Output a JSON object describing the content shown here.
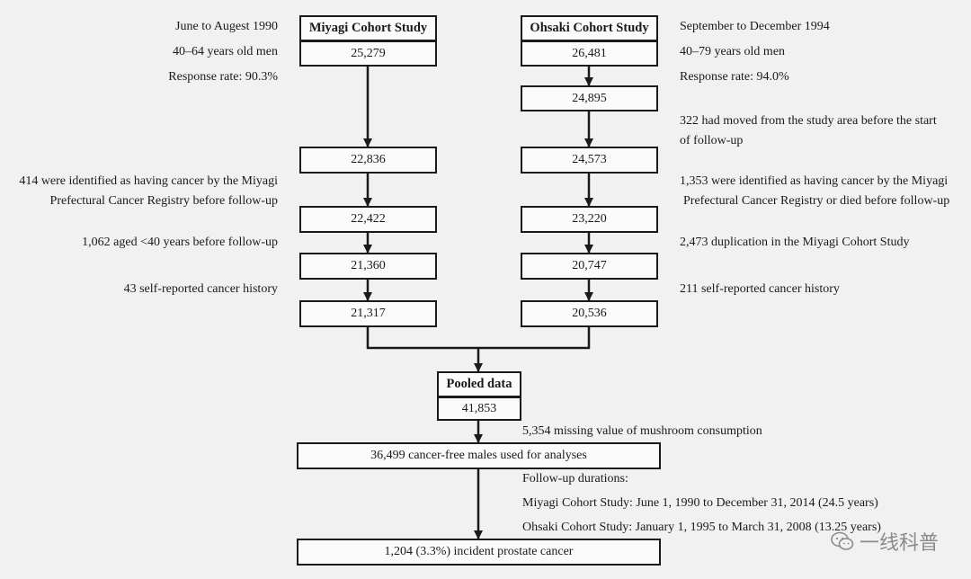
{
  "left": {
    "title": "Miyagi Cohort Study",
    "period": "June to Augest 1990",
    "population": "40–64 years old men",
    "response": "Response rate: 90.3%",
    "n1": "25,279",
    "n2": "22,836",
    "excl2": [
      "414 were identified as having cancer by the Miyagi",
      "Prefectural Cancer Registry before follow-up"
    ],
    "n3": "22,422",
    "excl3": "1,062 aged <40 years before follow-up",
    "n4": "21,360",
    "excl4": "43 self-reported cancer history",
    "n5": "21,317"
  },
  "right": {
    "title": "Ohsaki Cohort Study",
    "period": "September to December 1994",
    "population": "40–79 years old men",
    "response": "Response rate: 94.0%",
    "n1": "26,481",
    "n1b": "24,895",
    "excl1b": [
      "322 had moved from the study area before the start",
      "of follow-up"
    ],
    "n2": "24,573",
    "excl2": [
      "1,353 were identified as having cancer by the Miyagi",
      "Prefectural Cancer Registry or died before follow-up"
    ],
    "n3": "23,220",
    "excl3": "2,473 duplication in the Miyagi Cohort Study",
    "n4": "20,747",
    "excl4": "211 self-reported cancer history",
    "n5": "20,536"
  },
  "pooled": {
    "title": "Pooled data",
    "n": "41,853",
    "missing": "5,354 missing value of mushroom consumption",
    "analysis": "36,499 cancer-free males used for analyses",
    "followup_title": "Follow-up durations:",
    "followup_miyagi": "Miyagi Cohort Study: June 1, 1990 to December 31, 2014 (24.5 years)",
    "followup_ohsaki": "Ohsaki Cohort Study: January 1, 1995 to March 31, 2008 (13.25 years)",
    "outcome": "1,204 (3.3%) incident prostate cancer"
  },
  "watermark": "一线科普"
}
